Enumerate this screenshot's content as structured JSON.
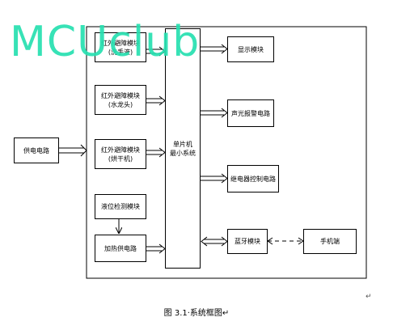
{
  "watermark": "MCUclub",
  "blocks": {
    "power": "供电电路",
    "ir1": "红外避障模块\n(洗手液)",
    "ir2": "红外避障模块\n(水龙头)",
    "ir3": "红外避障模块\n(烘干机)",
    "level": "液位检测模块",
    "water": "加热供电路",
    "mcu": "单片机\n最小系统",
    "display": "显示模块",
    "alarm": "声光报警电路",
    "relay": "继电器控制电路",
    "bt": "蓝牙模块",
    "phone": "手机端"
  },
  "caption": "图 3.1·系统框图↵",
  "return_marks": [
    "↵",
    "↵"
  ]
}
